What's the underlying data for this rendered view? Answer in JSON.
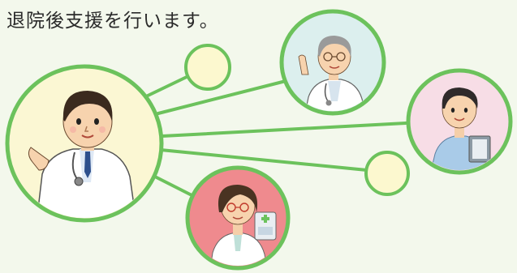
{
  "headline": "退院後支援を行います。",
  "colors": {
    "background": "#f3f8ec",
    "ring": "#6cc25c",
    "line": "#6cc25c",
    "hub_fill": "#fbf7d3",
    "satellite_fill_yellow": "#fcf8cf",
    "doctor_old_fill": "#dcefee",
    "patient_fill": "#f7dde6",
    "nurse_fill": "#ef8a8e"
  },
  "nodes": [
    {
      "id": "hub",
      "icon": "doctor-male-icon"
    },
    {
      "id": "doctor-senior",
      "icon": "doctor-senior-icon"
    },
    {
      "id": "patient",
      "icon": "male-staff-icon"
    },
    {
      "id": "pharmacist",
      "icon": "pharmacist-female-icon"
    },
    {
      "id": "empty-top",
      "icon": "empty-circle-icon"
    },
    {
      "id": "empty-right",
      "icon": "empty-circle-icon"
    }
  ]
}
